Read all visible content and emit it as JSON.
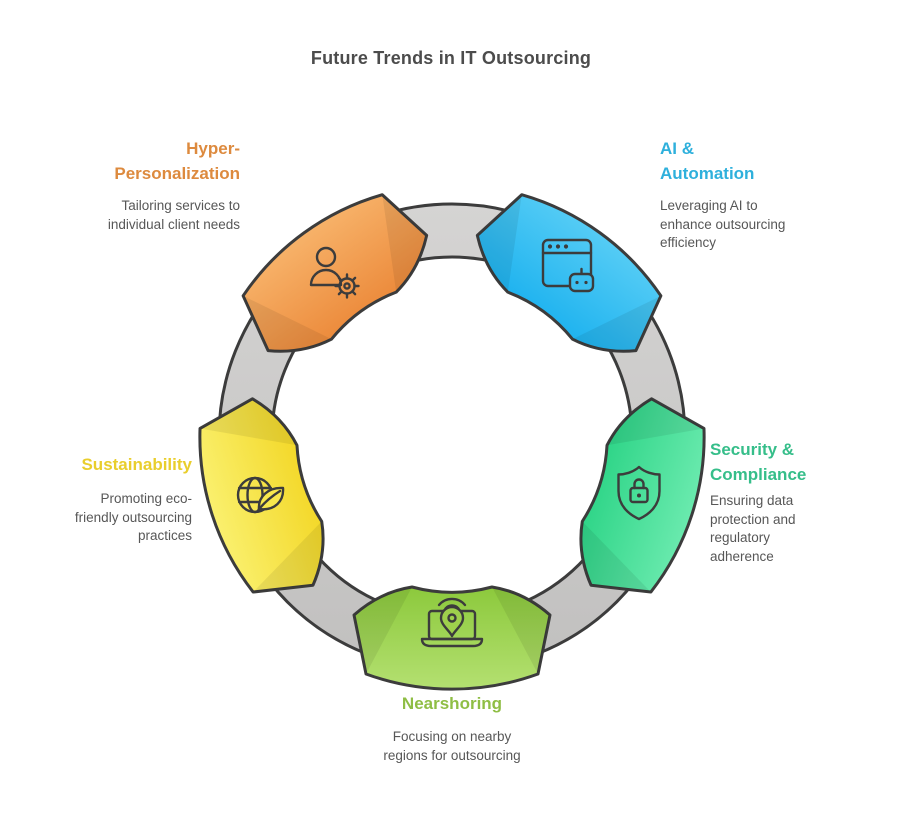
{
  "title": "Future Trends in IT Outsourcing",
  "outline_color": "#3C3C3C",
  "ring": {
    "gradient_light": "#D5D4D3",
    "gradient_dark": "#C1C0BF"
  },
  "segments": [
    {
      "name": "Hyper-Personalization",
      "title_line1": "Hyper-",
      "title_line2": "Personalization",
      "description": "Tailoring services to individual client needs",
      "heading_color": "#DD8A3E",
      "gradient_light": "#F7B269",
      "gradient_dark": "#EC8B3C",
      "icon": "user-gear-icon"
    },
    {
      "name": "AI & Automation",
      "title_line1": "AI &",
      "title_line2": "Automation",
      "description": "Leveraging AI to enhance outsourcing efficiency",
      "heading_color": "#2EB0DC",
      "gradient_light": "#55CCF5",
      "gradient_dark": "#1FB3EF",
      "icon_fill": "#3BBFF0",
      "icon": "browser-robot-icon"
    },
    {
      "name": "Security & Compliance",
      "title_line1": "Security &",
      "title_line2": "Compliance",
      "description": "Ensuring data protection and regulatory adherence",
      "heading_color": "#36BE8A",
      "gradient_light": "#6AEAAE",
      "gradient_dark": "#2FD588",
      "icon": "shield-lock-icon"
    },
    {
      "name": "Nearshoring",
      "title_line1": "Nearshoring",
      "description": "Focusing on nearby regions for outsourcing",
      "heading_color": "#8FBE45",
      "gradient_light": "#B4E071",
      "gradient_dark": "#8CC93C",
      "icon_fill": "#9ED04C",
      "icon": "laptop-location-pin-icon"
    },
    {
      "name": "Sustainability",
      "title_line1": "Sustainability",
      "description": "Promoting eco-friendly outsourcing practices",
      "heading_color": "#E9CE2C",
      "gradient_light": "#FAF06E",
      "gradient_dark": "#F3D829",
      "icon_fill": "#F8E84D",
      "icon": "globe-leaf-icon"
    }
  ]
}
